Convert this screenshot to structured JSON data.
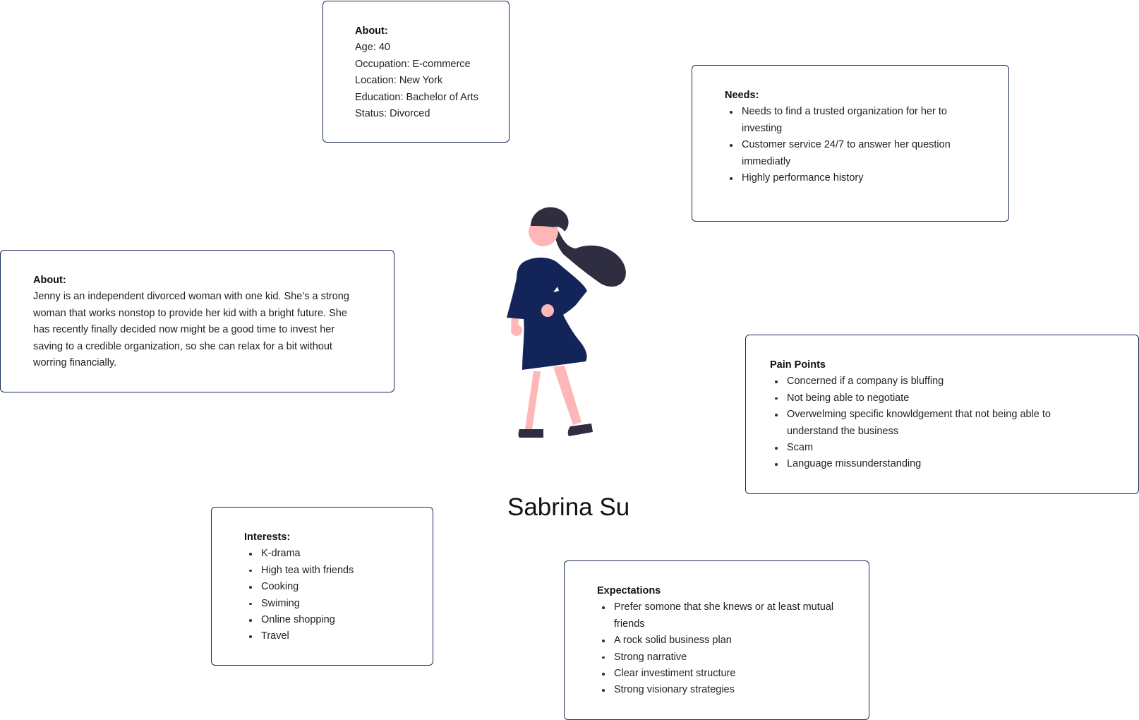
{
  "persona": {
    "name": "Sabrina Su",
    "illustration": "woman-standing-illustration",
    "colors": {
      "card_border": "#1a2a57",
      "dress": "#132458",
      "hair": "#2f2e41",
      "skin": "#ffb6b6",
      "shoes": "#2f2e41"
    }
  },
  "about_details": {
    "title": "About:",
    "lines": [
      "Age: 40",
      "Occupation: E-commerce",
      "Location: New York",
      "Education: Bachelor of Arts",
      "Status: Divorced"
    ]
  },
  "needs": {
    "title": "Needs:",
    "items": [
      "Needs to find a trusted organization for her to investing",
      "Customer service 24/7 to answer her question immediatly",
      "Highly performance history"
    ]
  },
  "bio": {
    "title": "About:",
    "text": "Jenny is an independent divorced woman with one kid.  She’s a strong woman that works nonstop to provide her kid with a bright future. She has recently finally decided now might be a good time to invest her saving to a credible organization, so she can relax for a bit without worring financially."
  },
  "pain_points": {
    "title": "Pain Points",
    "items": [
      "Concerned if a company is bluffing",
      "Not being able to negotiate",
      "Overwelming specific knowldgement that not being able to understand the business",
      "Scam",
      "Language missunderstanding"
    ]
  },
  "interests": {
    "title": "Interests:",
    "items": [
      "K-drama",
      "High tea with friends",
      "Cooking",
      "Swiming",
      "Online shopping",
      "Travel"
    ]
  },
  "expectations": {
    "title": "Expectations",
    "items": [
      "Prefer somone that she knews or at least mutual friends",
      "A rock solid business plan",
      "Strong narrative",
      "Clear investiment structure",
      "Strong visionary strategies"
    ]
  }
}
